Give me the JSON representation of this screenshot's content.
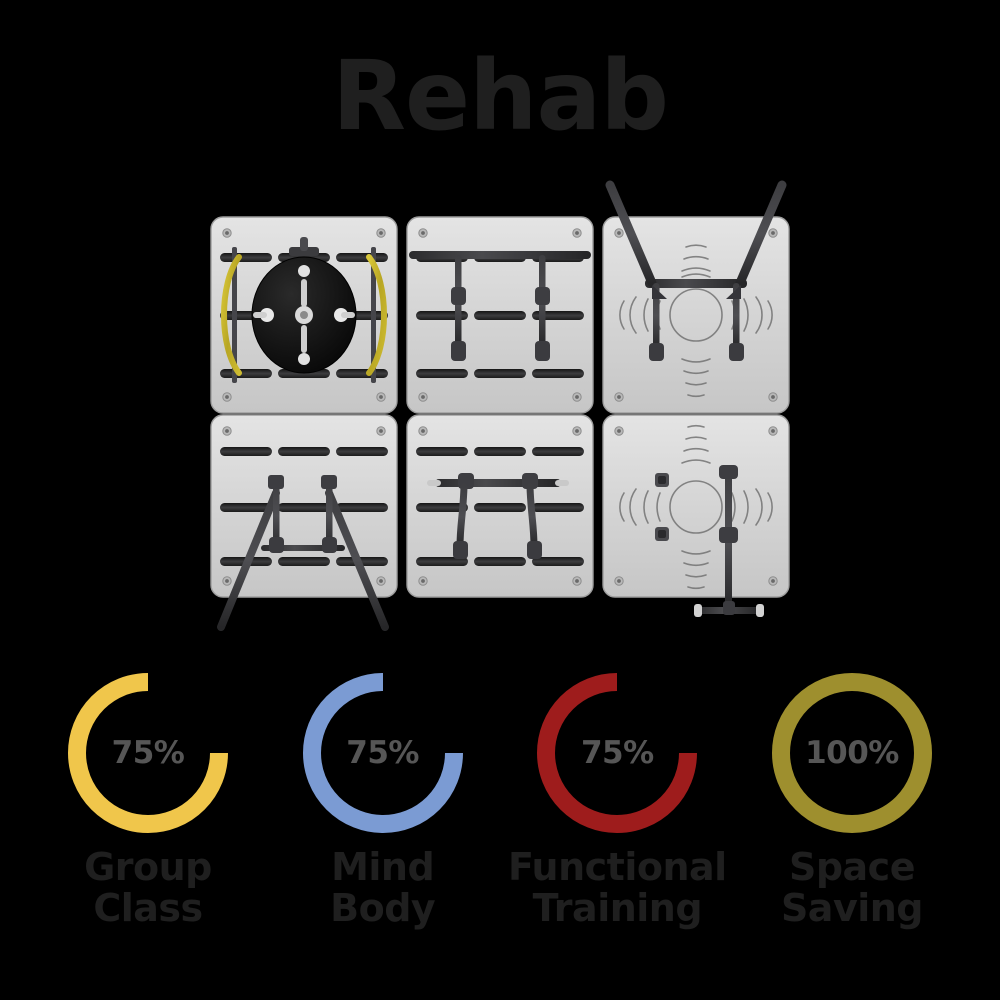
{
  "header": {
    "title": "Rehab",
    "title_color": "#1f1f1f"
  },
  "background_color": "#000000",
  "product_grid": {
    "name": "wall-mounted-fitness-panel-grid",
    "rows": 2,
    "columns": 3,
    "panel_color": "#d7d7d7",
    "panel_edge_color": "#9a9a9a",
    "hardware_color": "#3a3a3c",
    "accent_band_color": "#c8b62a",
    "panels": [
      {
        "position": "top-left",
        "attachment": "rotational-disc-with-resistance-bands",
        "accent": "yellow-bands",
        "has_slots": true
      },
      {
        "position": "top-center",
        "attachment": "horizontal-bar-with-two-vertical-supports",
        "accent": "none",
        "has_slots": true
      },
      {
        "position": "top-right",
        "attachment": "angled-dip-arms-raised",
        "accent": "none",
        "has_slots": false,
        "pattern": "radial-sunburst"
      },
      {
        "position": "bottom-left",
        "attachment": "splayed-floor-legs",
        "accent": "none",
        "has_slots": true
      },
      {
        "position": "bottom-center",
        "attachment": "t-bar-press-assembly",
        "accent": "none",
        "has_slots": true
      },
      {
        "position": "bottom-right",
        "attachment": "vertical-bar-with-t-handle",
        "accent": "none",
        "has_slots": false,
        "pattern": "radial-sunburst"
      }
    ]
  },
  "chart_data": {
    "type": "pie",
    "subtype": "donut-gauge-set",
    "title": "Rehab",
    "legend": "none",
    "value_text_color": "#565656",
    "label_text_color": "#1f1f1f",
    "gauge_start_angle_deg": -90,
    "gauge_direction": "counterclockwise",
    "ylim": [
      0,
      100
    ],
    "categories": [
      "Group Class",
      "Mind Body",
      "Functional Training",
      "Space Saving"
    ],
    "values": [
      75,
      75,
      75,
      100
    ],
    "series": [
      {
        "name": "Group Class",
        "value": 75,
        "value_label": "75%",
        "label": "Group\nClass",
        "color": "#f0c64b"
      },
      {
        "name": "Mind Body",
        "value": 75,
        "value_label": "75%",
        "label": "Mind\nBody",
        "color": "#7b9bd3"
      },
      {
        "name": "Functional Training",
        "value": 75,
        "value_label": "75%",
        "label": "Functional\nTraining",
        "color": "#9e1c1c"
      },
      {
        "name": "Space Saving",
        "value": 100,
        "value_label": "100%",
        "label": "Space\nSaving",
        "color": "#9e8f2e"
      }
    ]
  }
}
